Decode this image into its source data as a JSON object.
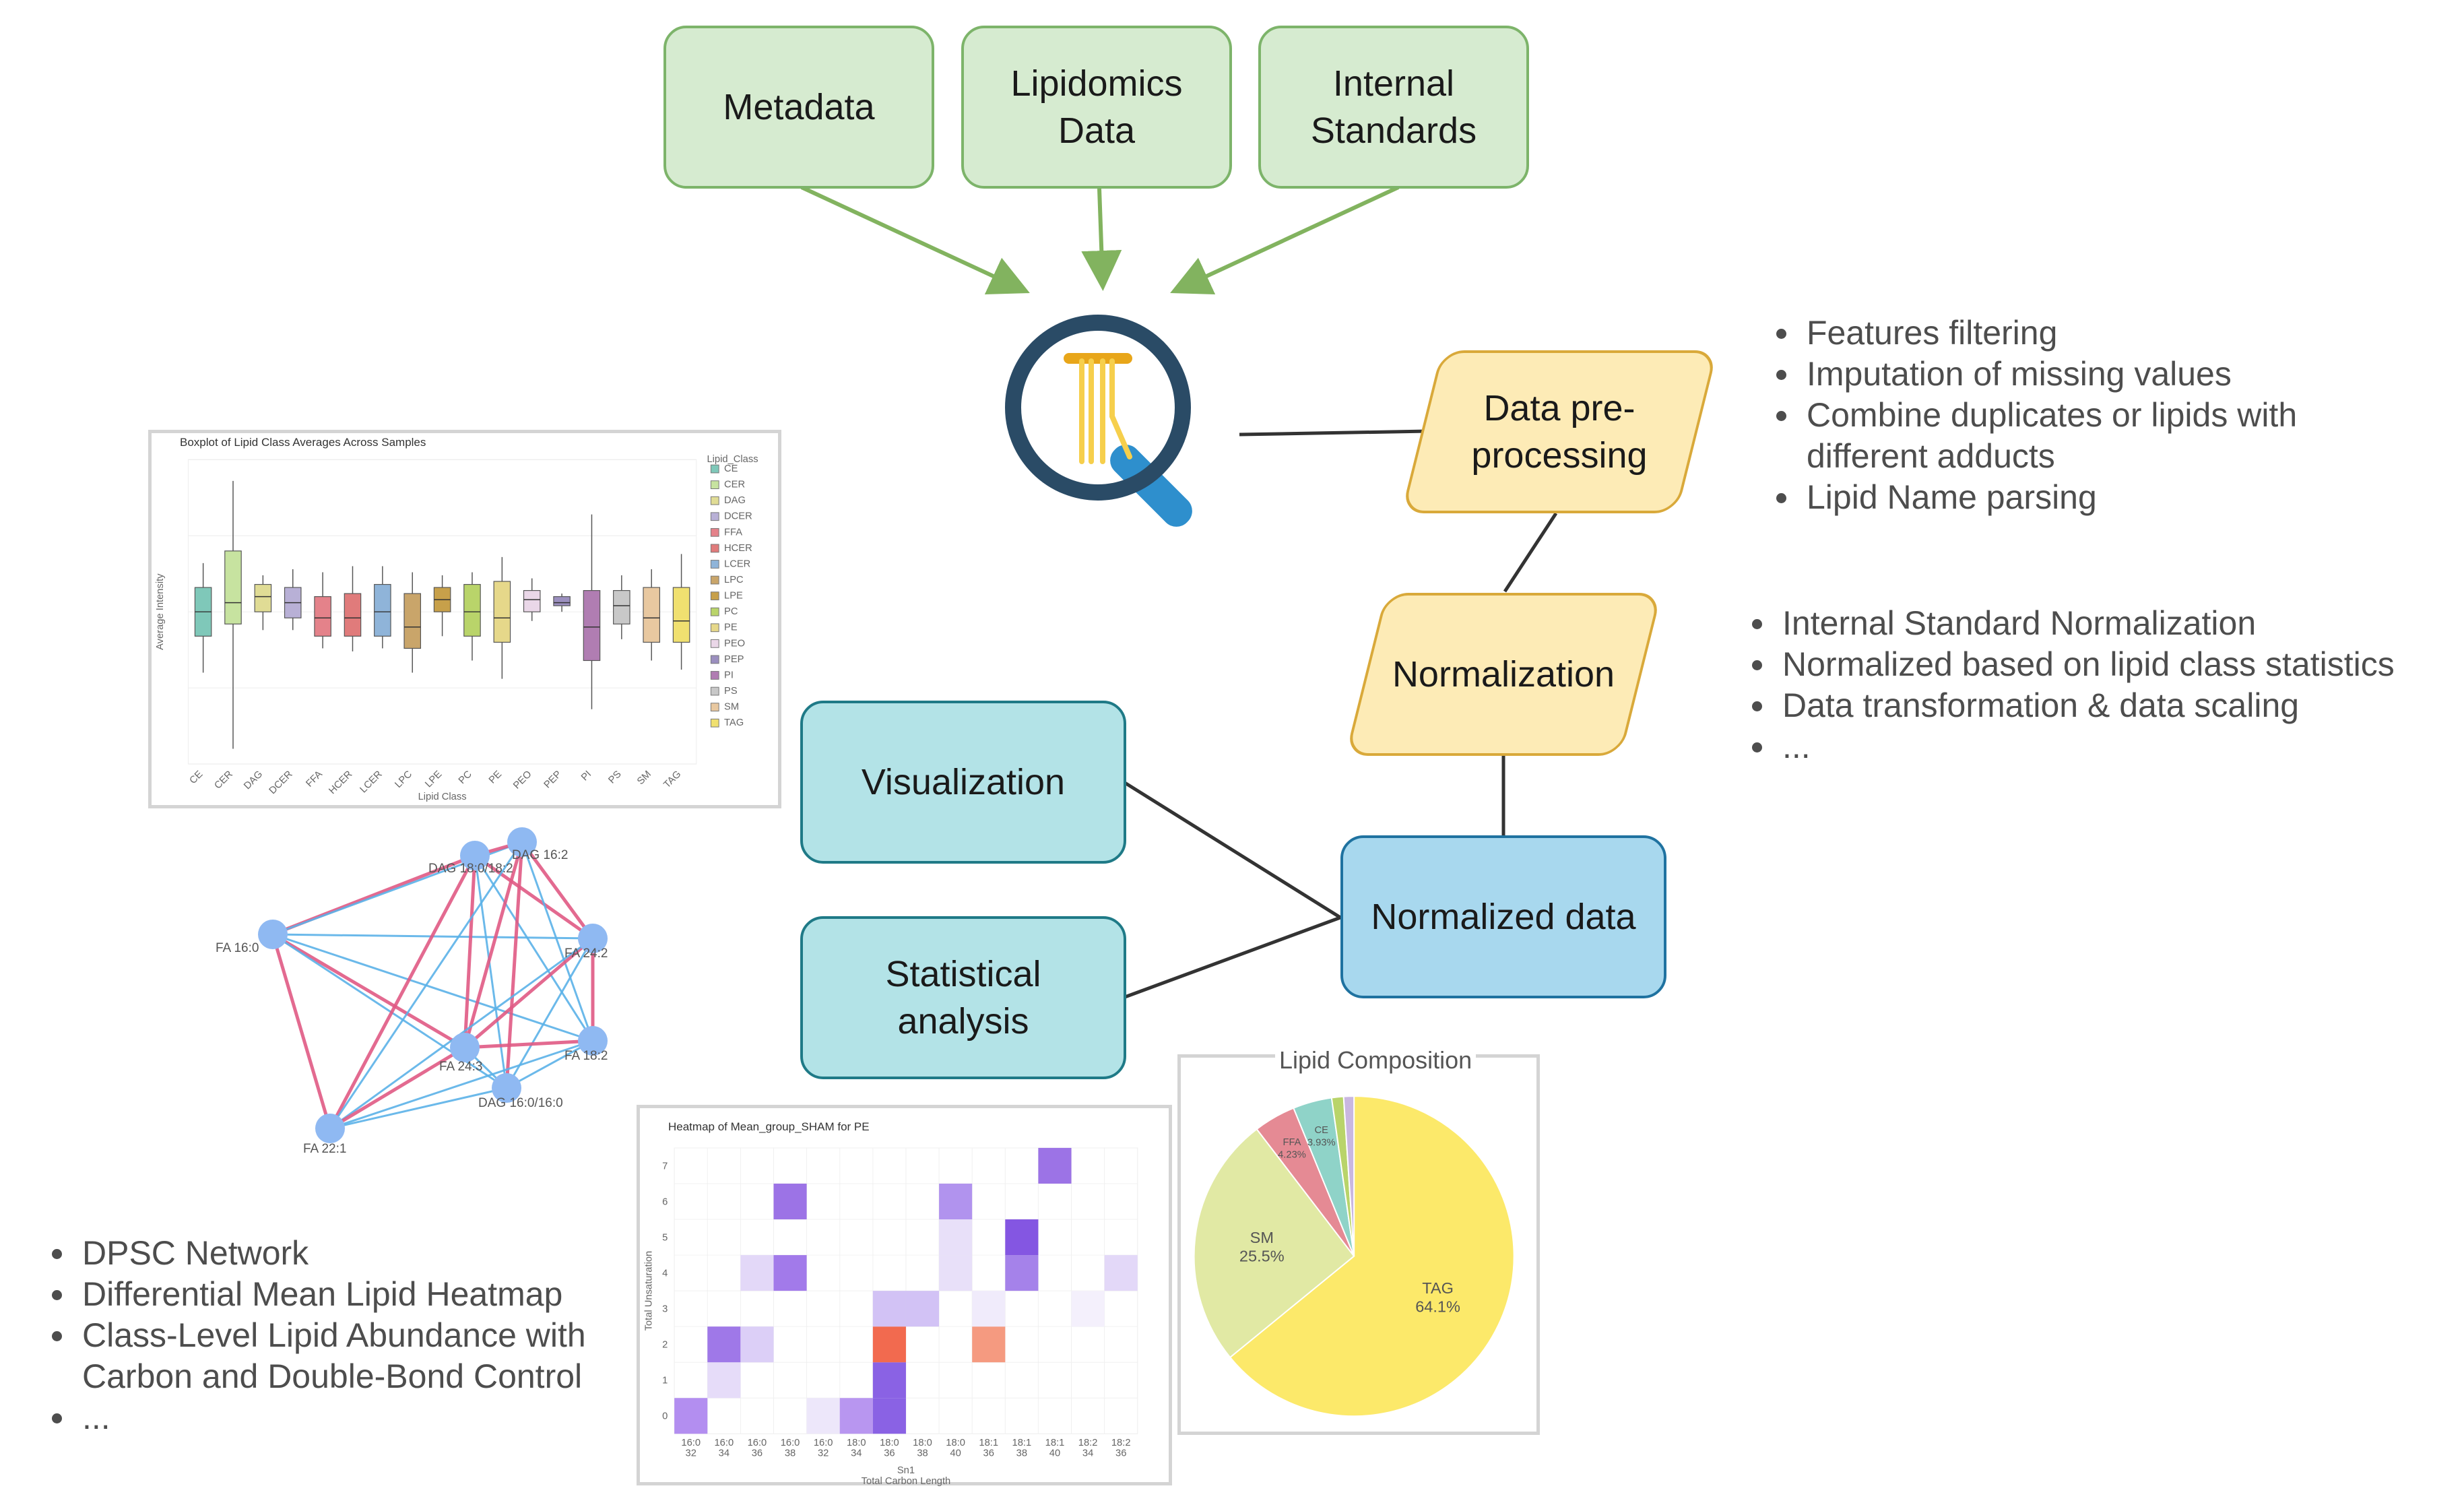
{
  "inputs": {
    "metadata": "Metadata",
    "lipidomics": "Lipidomics\nData",
    "standards": "Internal\nStandards"
  },
  "steps": {
    "preprocessing": "Data pre-\nprocessing",
    "normalization": "Normalization",
    "normalized_data": "Normalized data",
    "visualization": "Visualization",
    "statistical": "Statistical\nanalysis"
  },
  "preprocessing_bullets": [
    "Features filtering",
    "Imputation of missing values",
    "Combine duplicates or lipids with different adducts",
    "Lipid Name parsing"
  ],
  "normalization_bullets": [
    "Internal Standard Normalization",
    "Normalized based on lipid class statistics",
    "Data transformation & data scaling",
    "..."
  ],
  "visualization_bullets": [
    "DPSC Network",
    "Differential Mean Lipid Heatmap",
    "Class-Level Lipid Abundance with Carbon and Double-Bond Control",
    "..."
  ],
  "icons": {
    "magnifier": "magnifying-glass-lipid-icon"
  },
  "colors": {
    "input_fill": "#d6ebd0",
    "input_border": "#7db46a",
    "step_fill": "#fdebb6",
    "step_border": "#d9a93a",
    "analysis_fill": "#b3e3e7",
    "normalized_fill": "#a8d8ee",
    "network_positive": "#e05a84",
    "network_negative": "#5bb2e8"
  },
  "boxplot": {
    "title": "Boxplot of Lipid Class Averages Across Samples",
    "xlabel": "Lipid Class",
    "ylabel": "Average Intensity",
    "legend_title": "Lipid_Class",
    "classes": [
      "CE",
      "CER",
      "DAG",
      "DCER",
      "FFA",
      "HCER",
      "LCER",
      "LPC",
      "LPE",
      "PC",
      "PE",
      "PEO",
      "PEP",
      "PI",
      "PS",
      "SM",
      "TAG"
    ],
    "colors": [
      "#7fc8b9",
      "#c7e3a0",
      "#e0dc95",
      "#b8b0d6",
      "#e4828a",
      "#e07b7b",
      "#8fb4d9",
      "#c9a56a",
      "#c7a04a",
      "#b9d46a",
      "#e6d88a",
      "#ead7e8",
      "#9b8fbf",
      "#b07db2",
      "#c8c8c8",
      "#e8c8a0",
      "#f0e070"
    ],
    "q1": [
      0.58,
      0.54,
      0.5,
      0.52,
      0.58,
      0.58,
      0.58,
      0.62,
      0.5,
      0.58,
      0.6,
      0.5,
      0.48,
      0.66,
      0.54,
      0.6,
      0.6
    ],
    "median": [
      0.5,
      0.47,
      0.45,
      0.47,
      0.52,
      0.52,
      0.5,
      0.55,
      0.46,
      0.5,
      0.52,
      0.46,
      0.47,
      0.55,
      0.48,
      0.52,
      0.53
    ],
    "q3": [
      0.42,
      0.3,
      0.41,
      0.42,
      0.45,
      0.44,
      0.41,
      0.44,
      0.42,
      0.41,
      0.4,
      0.43,
      0.45,
      0.43,
      0.43,
      0.42,
      0.42
    ],
    "wlow": [
      0.7,
      0.95,
      0.56,
      0.56,
      0.62,
      0.63,
      0.62,
      0.7,
      0.58,
      0.66,
      0.72,
      0.53,
      0.5,
      0.82,
      0.59,
      0.66,
      0.69
    ],
    "whigh": [
      0.34,
      0.07,
      0.38,
      0.36,
      0.37,
      0.35,
      0.35,
      0.37,
      0.38,
      0.37,
      0.32,
      0.39,
      0.44,
      0.18,
      0.38,
      0.36,
      0.31
    ]
  },
  "network": {
    "nodes": [
      {
        "id": "FA 16:0"
      },
      {
        "id": "DAG 18:0/18:2"
      },
      {
        "id": "DAG 16:2"
      },
      {
        "id": "FA 24:2"
      },
      {
        "id": "FA 18:2"
      },
      {
        "id": "FA 24:3"
      },
      {
        "id": "DAG 16:0/16:0"
      },
      {
        "id": "FA 22:1"
      }
    ]
  },
  "heatmap": {
    "title": "Heatmap of Mean_group_SHAM for PE",
    "xlabel": "Sn1\nTotal Carbon Length",
    "ylabel": "Total Unsaturation",
    "xticks": [
      "16:0\n32",
      "16:0\n34",
      "16:0\n36",
      "16:0\n38",
      "16:0\n32",
      "18:0\n34",
      "18:0\n36",
      "18:0\n38",
      "18:0\n40",
      "18:1\n36",
      "18:1\n38",
      "18:1\n40",
      "18:2\n34",
      "18:2\n36"
    ],
    "yticks": [
      "0",
      "1",
      "2",
      "3",
      "4",
      "5",
      "6",
      "7"
    ],
    "cells": [
      {
        "x": 0,
        "y": 0,
        "c": "#b38ef0"
      },
      {
        "x": 1,
        "y": 1,
        "c": "#e6dcf9"
      },
      {
        "x": 1,
        "y": 2,
        "c": "#9f78e8"
      },
      {
        "x": 2,
        "y": 2,
        "c": "#dccff7"
      },
      {
        "x": 2,
        "y": 4,
        "c": "#e3d8f8"
      },
      {
        "x": 3,
        "y": 4,
        "c": "#a27aea"
      },
      {
        "x": 3,
        "y": 6,
        "c": "#9c73e6"
      },
      {
        "x": 4,
        "y": 0,
        "c": "#ede7fa"
      },
      {
        "x": 5,
        "y": 0,
        "c": "#b896f0"
      },
      {
        "x": 6,
        "y": 0,
        "c": "#8a62e4"
      },
      {
        "x": 6,
        "y": 1,
        "c": "#8a62e4"
      },
      {
        "x": 6,
        "y": 2,
        "c": "#f26a4f"
      },
      {
        "x": 6,
        "y": 3,
        "c": "#d2c2f5"
      },
      {
        "x": 7,
        "y": 3,
        "c": "#d2c2f5"
      },
      {
        "x": 8,
        "y": 4,
        "c": "#e8e0f9"
      },
      {
        "x": 8,
        "y": 5,
        "c": "#e8e0f9"
      },
      {
        "x": 8,
        "y": 6,
        "c": "#b193ee"
      },
      {
        "x": 9,
        "y": 2,
        "c": "#f59a80"
      },
      {
        "x": 9,
        "y": 3,
        "c": "#f0ebfb"
      },
      {
        "x": 10,
        "y": 4,
        "c": "#a582ea"
      },
      {
        "x": 10,
        "y": 5,
        "c": "#8456e2"
      },
      {
        "x": 11,
        "y": 7,
        "c": "#9c73e6"
      },
      {
        "x": 12,
        "y": 3,
        "c": "#f4f0fc"
      },
      {
        "x": 13,
        "y": 4,
        "c": "#e3d8f8"
      }
    ]
  },
  "pie": {
    "title": "Lipid Composition",
    "slices": [
      {
        "label": "TAG",
        "pct": "64.1%",
        "value": 64.1,
        "color": "#fce96a"
      },
      {
        "label": "SM",
        "pct": "25.5%",
        "value": 25.5,
        "color": "#e1e9a4"
      },
      {
        "label": "FFA",
        "pct": "4.23%",
        "value": 4.23,
        "color": "#e58a94"
      },
      {
        "label": "CE",
        "pct": "3.93%",
        "value": 3.93,
        "color": "#8fd3c8"
      },
      {
        "label": "",
        "pct": "",
        "value": 1.2,
        "color": "#b9d46a"
      },
      {
        "label": "",
        "pct": "",
        "value": 1.04,
        "color": "#c9b7e0"
      }
    ]
  }
}
